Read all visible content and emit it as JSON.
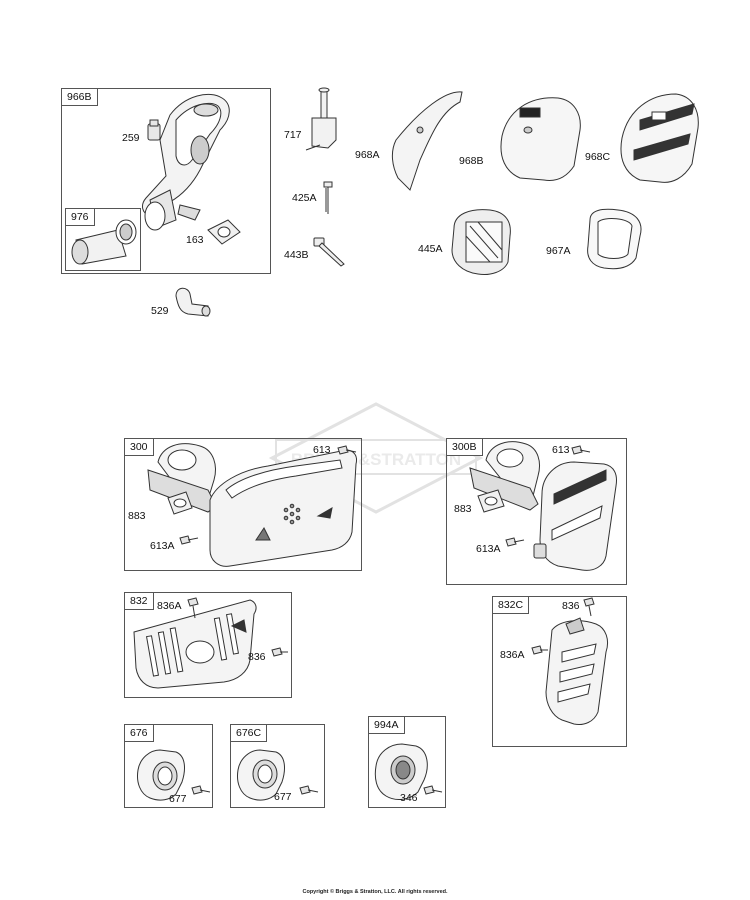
{
  "watermark": "BRIGGS&STRATTON",
  "copyright": "Copyright © Briggs & Stratton, LLC. All rights reserved.",
  "groups": {
    "g966B": "966B",
    "g976": "976",
    "g300": "300",
    "g300B": "300B",
    "g832": "832",
    "g832C": "832C",
    "g676": "676",
    "g676C": "676C",
    "g994A": "994A"
  },
  "parts": {
    "p259": "259",
    "p163": "163",
    "p529": "529",
    "p717": "717",
    "p425A": "425A",
    "p443B": "443B",
    "p968A": "968A",
    "p968B": "968B",
    "p968C": "968C",
    "p445A": "445A",
    "p967A": "967A",
    "p613_300": "613",
    "p883_300": "883",
    "p613A_300": "613A",
    "p613_300B": "613",
    "p883_300B": "883",
    "p613A_300B": "613A",
    "p836A_832": "836A",
    "p836_832": "836",
    "p836_832C": "836",
    "p836A_832C": "836A",
    "p677_676": "677",
    "p677_676C": "677",
    "p346": "346"
  }
}
